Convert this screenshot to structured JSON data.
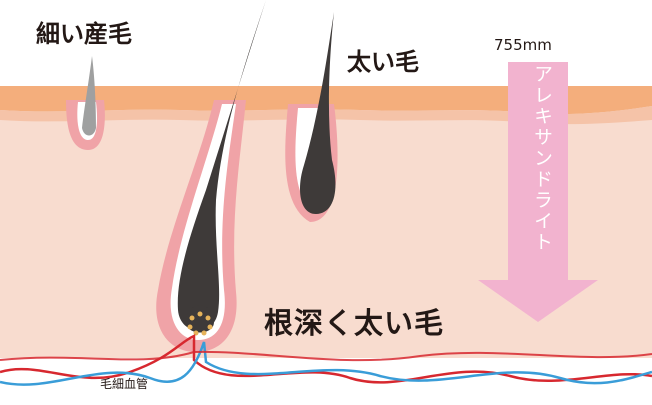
{
  "labels": {
    "fine_hair": "細い産毛",
    "thick_hair": "太い毛",
    "deep_thick_hair": "根深く太い毛",
    "wavelength": "755mm",
    "laser_name": "アレキサンドライト",
    "capillary": "毛細血管"
  },
  "colors": {
    "epidermis": "#f4ae7c",
    "dermis": "#f8dccf",
    "follicle_sheath": "#f0a3a7",
    "hair_dark": "#3e3a39",
    "hair_fine": "#9fa0a0",
    "arrow": "#f2b3cf",
    "vessel_red": "#d7282f",
    "vessel_blue": "#3a9dd8",
    "text": "#231815"
  }
}
